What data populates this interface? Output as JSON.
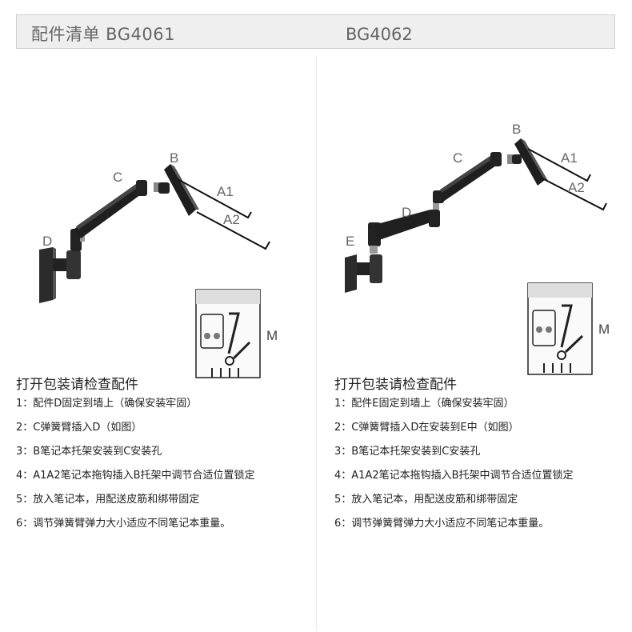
{
  "header": {
    "left_title": "配件清单  BG4061",
    "right_title": "BG4062"
  },
  "left": {
    "labels": {
      "b": "B",
      "c": "C",
      "d": "D",
      "a1": "A1",
      "a2": "A2",
      "m": "M"
    },
    "section_title": "打开包装请检查配件",
    "steps": [
      "1：配件D固定到墙上（确保安装牢固）",
      "2：C弹簧臂插入D（如图）",
      "3：B笔记本托架安装到C安装孔",
      "4：A1A2笔记本拖钩插入B托架中调节合适位置锁定",
      "5：放入笔记本，用配送皮筋和绑带固定",
      "6：调节弹簧臂弹力大小适应不同笔记本重量。"
    ]
  },
  "right": {
    "labels": {
      "b": "B",
      "c": "C",
      "d": "D",
      "e": "E",
      "a1": "A1",
      "a2": "A2",
      "m": "M"
    },
    "section_title": "打开包装请检查配件",
    "steps": [
      "1：配件E固定到墙上（确保安装牢固）",
      "2：C弹簧臂插入D在安装到E中（如图）",
      "3：B笔记本托架安装到C安装孔",
      "4：A1A2笔记本拖钩插入B托架中调节合适位置锁定",
      "5：放入笔记本，用配送皮筋和绑带固定",
      "6：调节弹簧臂弹力大小适应不同笔记本重量。"
    ]
  }
}
